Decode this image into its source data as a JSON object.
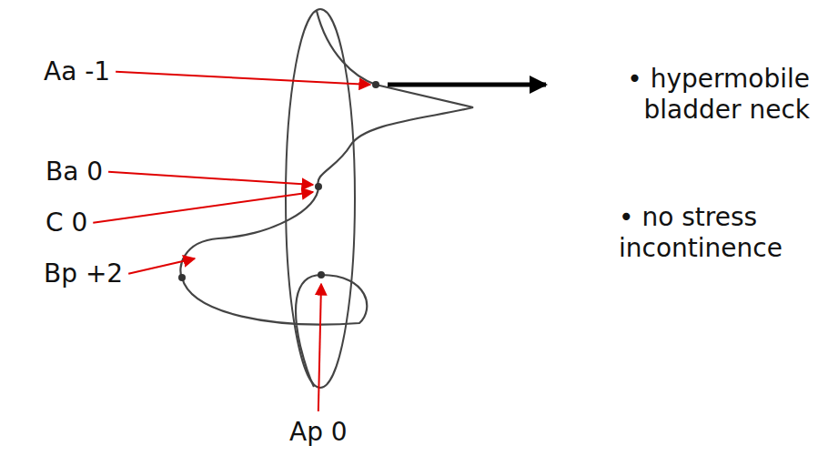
{
  "diagram": {
    "labels": [
      "Aa -1",
      "Ba 0",
      "C 0",
      "Bp +2",
      "Ap 0",
      "• hypermobile bladder neck",
      "• no stress incontinence"
    ]
  }
}
